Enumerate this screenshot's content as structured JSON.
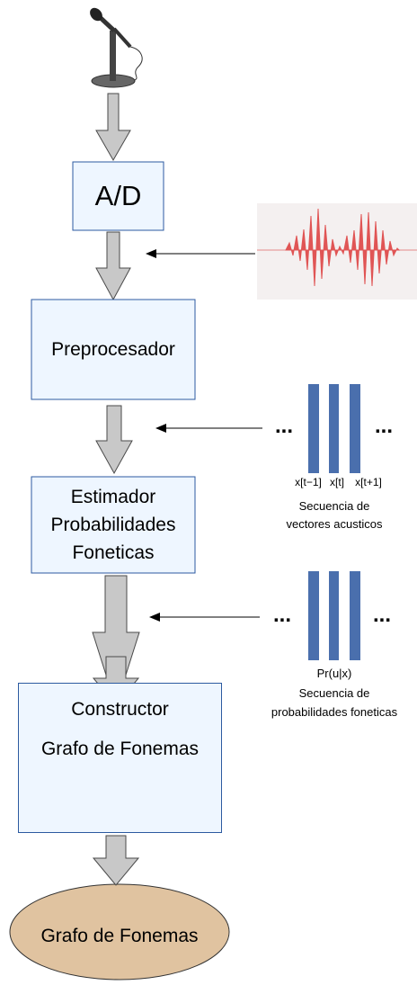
{
  "colors": {
    "box_fill": "#eef6ff",
    "box_stroke": "#2c5aa0",
    "arrow_fill": "#c8c8c8",
    "arrow_stroke": "#4a4a4a",
    "bar_color": "#4a6fad",
    "waveform_color": "#e05555",
    "waveform_bg": "#f4f0f0",
    "ellipse_fill": "#e0c3a0",
    "ellipse_stroke": "#333333"
  },
  "icons": {
    "microphone": "microphone-icon",
    "waveform": "audio-waveform"
  },
  "blocks": {
    "ad": "A/D",
    "preprocesador": "Preprocesador",
    "estimador_1": "Estimador",
    "estimador_2": "Probabilidades",
    "estimador_3": "Foneticas",
    "constructor_1": "Constructor",
    "constructor_2": "Grafo de Fonemas",
    "output": "Grafo de Fonemas"
  },
  "vectors": {
    "ellipsis": "...",
    "x_prev": "x[t−1]",
    "x_curr": "x[t]",
    "x_next": "x[t+1]",
    "caption_1": "Secuencia de",
    "caption_2": "vectores acusticos"
  },
  "probabilities": {
    "ellipsis": "...",
    "label": "Pr(u|x)",
    "caption_1": "Secuencia de",
    "caption_2": "probabilidades foneticas"
  }
}
